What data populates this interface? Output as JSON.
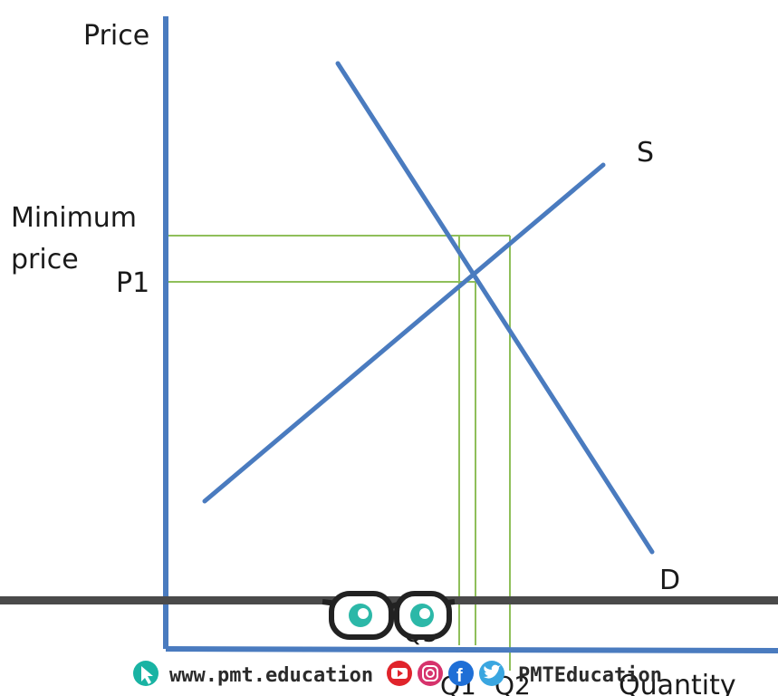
{
  "axes": {
    "y_label": "Price",
    "x_label": "Quantity"
  },
  "price_labels": {
    "minimum_line1": "Minimum",
    "minimum_line2": "price",
    "p1": "P1"
  },
  "curves": {
    "supply": "S",
    "demand": "D"
  },
  "quantity_labels": {
    "q3": "Q3",
    "q1": "Q1",
    "q2": "Q2"
  },
  "footer": {
    "website": "www.pmt.education",
    "social_handle": "PMTEducation"
  },
  "colors": {
    "axis": "#4a7bbf",
    "curve": "#4a7bbf",
    "guide": "#8fbf5a",
    "banner": "#4a4a4a",
    "youtube": "#e0242b",
    "instagram": "#d6336c",
    "facebook": "#1f6fd6",
    "twitter": "#3aa6e0",
    "link": "#19b3a3",
    "mascot_eye": "#2cb8a8"
  }
}
